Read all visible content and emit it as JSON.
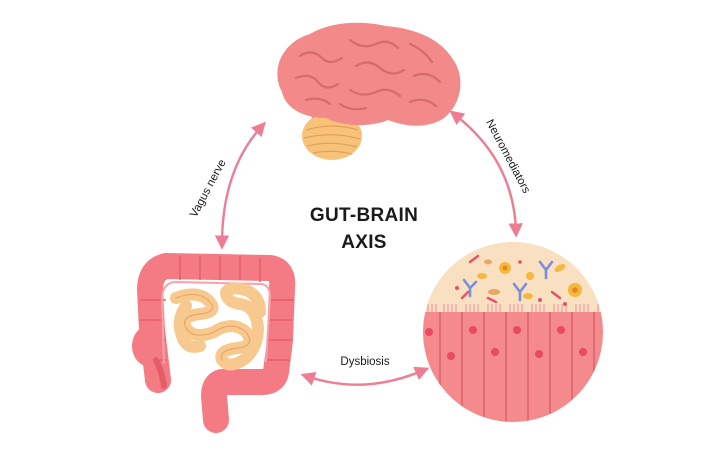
{
  "diagram": {
    "title_line1": "GUT-BRAIN",
    "title_line2": "AXIS",
    "labels": {
      "vagus_nerve": "Vagus nerve",
      "neuromediators": "Neuromediators",
      "dysbiosis": "Dysbiosis"
    },
    "nodes": [
      "brain",
      "intestines",
      "gut-microbiota"
    ],
    "colors": {
      "arrow": "#ee7c93",
      "brain": "#f28a8a",
      "brain_dark": "#d86a6d",
      "cerebellum": "#f8c27b",
      "intestine": "#f47b83",
      "small_intestine": "#f7c98e",
      "circle_bg": "#f8e0c0",
      "cells": "#f58a8c",
      "nucleus": "#e84a5f"
    }
  }
}
